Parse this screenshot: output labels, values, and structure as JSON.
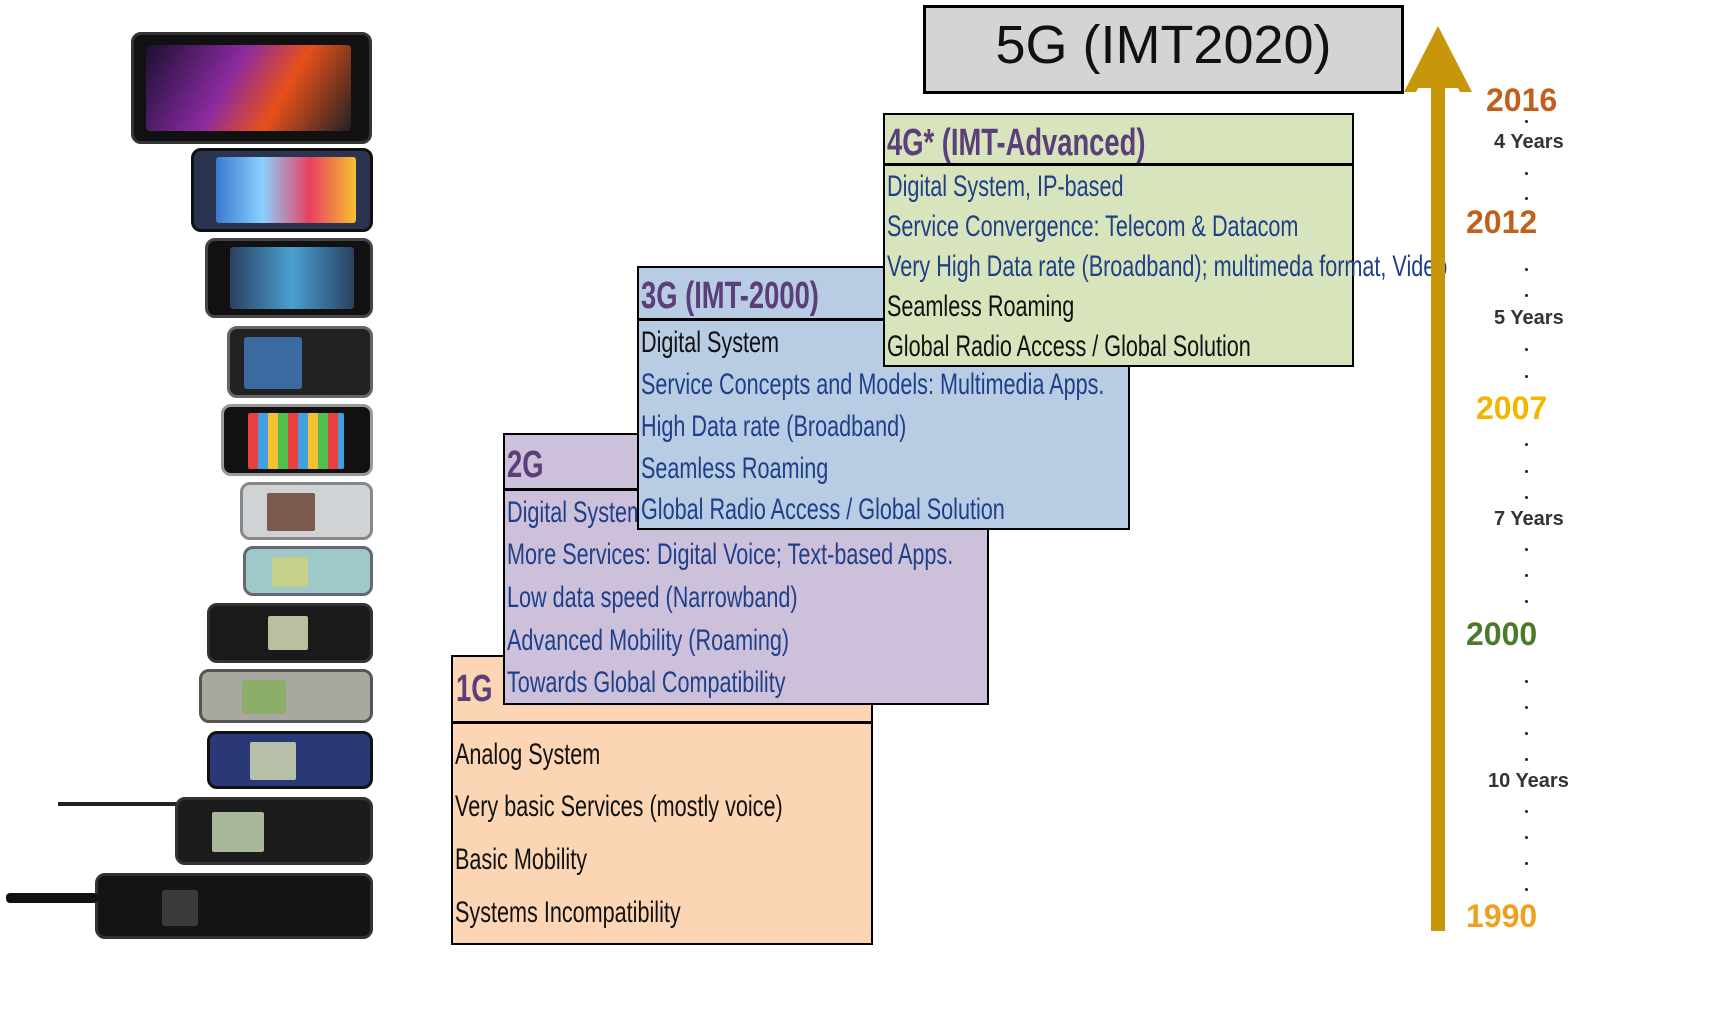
{
  "generations": {
    "g5": {
      "title": "5G (IMT2020)"
    },
    "g4": {
      "title": "4G* (IMT-Advanced)",
      "features": [
        "Digital System, IP-based",
        "Service Convergence: Telecom & Datacom",
        "Very High Data rate (Broadband); multimeda format, Video",
        "Seamless Roaming",
        "Global Radio Access / Global Solution"
      ]
    },
    "g3": {
      "title": "3G (IMT-2000)",
      "features": [
        "Digital System",
        "Service Concepts and Models: Multimedia Apps.",
        "High Data rate (Broadband)",
        "Seamless Roaming",
        "Global Radio Access / Global Solution"
      ]
    },
    "g2": {
      "title": "2G",
      "features": [
        "Digital System",
        "More Services: Digital Voice; Text-based Apps.",
        "Low data speed (Narrowband)",
        "Advanced Mobility (Roaming)",
        "Towards Global Compatibility"
      ]
    },
    "g1": {
      "title": "1G",
      "features": [
        "Analog System",
        "Very basic Services (mostly voice)",
        "Basic Mobility",
        "Systems Incompatibility"
      ]
    }
  },
  "timeline": {
    "years": [
      {
        "label": "2016",
        "color": "#c0601a"
      },
      {
        "label": "2012",
        "color": "#c0601a"
      },
      {
        "label": "2007",
        "color": "#f2b600"
      },
      {
        "label": "2000",
        "color": "#4a7a2a"
      },
      {
        "label": "1990",
        "color": "#f0a020"
      }
    ],
    "spans": [
      "4 Years",
      "5 Years",
      "7 Years",
      "10 Years"
    ],
    "arrow_color": "#c8960a"
  },
  "colors": {
    "g5_fill": "#d4d4d4",
    "g4_fill": "#d8e4bc",
    "g3_fill": "#b8cce4",
    "g2_fill": "#ccc0da",
    "g1_fill": "#fcd5b4"
  }
}
